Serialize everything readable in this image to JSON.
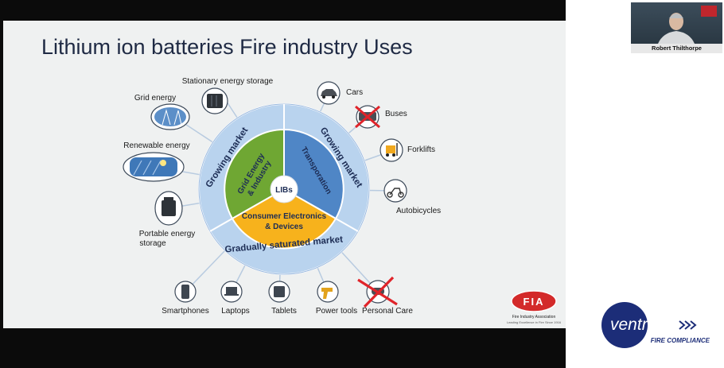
{
  "slide": {
    "title": "Lithium ion batteries Fire industry Uses",
    "center_label": "LIBs",
    "ring_labels": {
      "left": "Growing market",
      "right": "Growing market",
      "bottom": "Gradually saturated market"
    },
    "segments": {
      "grid": [
        "Grid Energy",
        "& Industry"
      ],
      "transport": "Transporation",
      "consumer": [
        "Consumer Electronics",
        "& Devices"
      ]
    },
    "applications": {
      "stationary": "Stationary energy storage",
      "grid": "Grid energy",
      "renewable": "Renewable energy",
      "portable": [
        "Portable energy",
        "storage"
      ],
      "cars": "Cars",
      "buses": "Buses",
      "forklifts": "Forklifts",
      "autobicycles": "Autobicycles",
      "smartphones": "Smartphones",
      "laptops": "Laptops",
      "tablets": "Tablets",
      "powertools": "Power tools",
      "personalcare": "Personal Care"
    },
    "logo": {
      "letters": "FIA",
      "org": "Fire Industry Association",
      "tagline": "Leading Excellence in Fire Since 1916"
    }
  },
  "webcam": {
    "participant_name": "Robert Thilthorpe"
  },
  "watermark": {
    "brand": "ventro",
    "sub": "FIRE COMPLIANCE"
  },
  "colors": {
    "ring": "#b9d3ee",
    "grid_segment": "#6fa733",
    "transport_segment": "#4f86c6",
    "consumer_segment": "#f7b21c",
    "title": "#1f2a44",
    "cross": "#e0242a",
    "ventro_blue": "#1c2d78"
  }
}
